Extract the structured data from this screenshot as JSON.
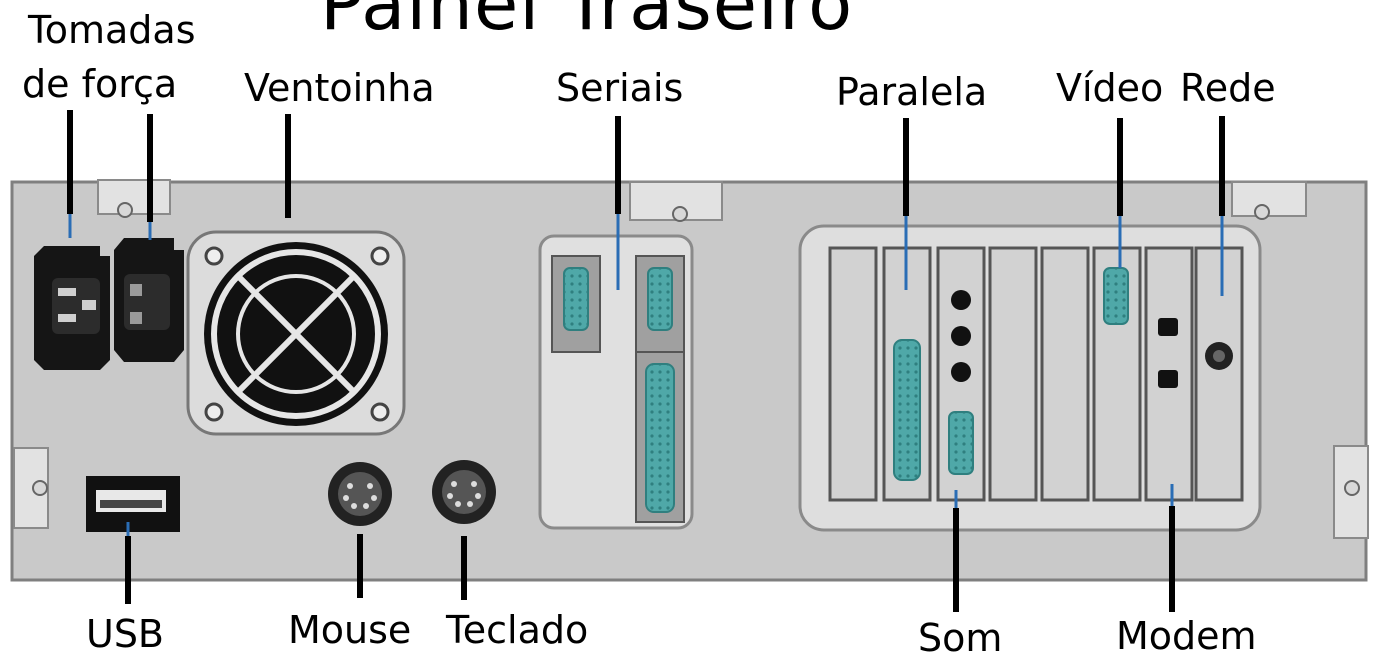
{
  "title": "Painel Traseiro",
  "labels": {
    "power_line1": "Tomadas",
    "power_line2": "de força",
    "fan": "Ventoinha",
    "serial": "Seriais",
    "parallel": "Paralela",
    "video": "Vídeo",
    "network": "Rede",
    "usb": "USB",
    "mouse": "Mouse",
    "keyboard": "Teclado",
    "sound": "Som",
    "modem": "Modem"
  },
  "colors": {
    "panel": "#c9c9c9",
    "panel_edge": "#8a8a8a",
    "connector_teal": "#4fa8a8",
    "black": "#111111"
  }
}
